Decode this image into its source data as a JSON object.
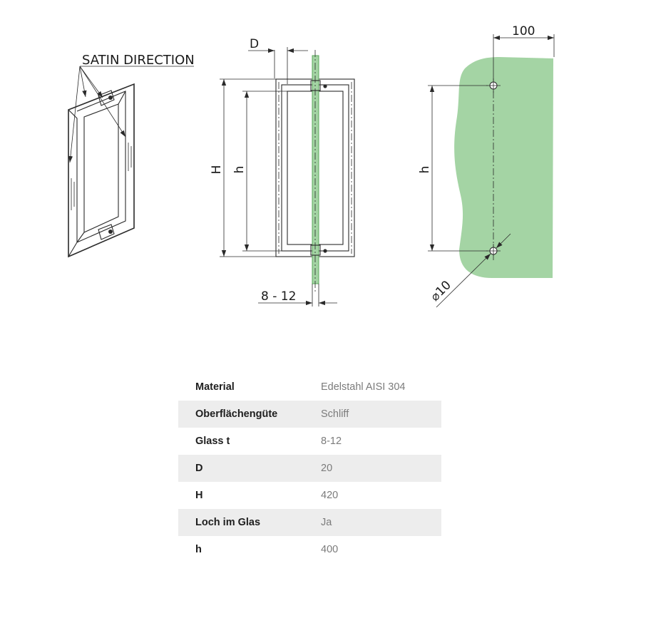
{
  "drawing": {
    "label_satin": "SATIN DIRECTION",
    "label_D": "D",
    "label_H": "H",
    "label_h_side": "h",
    "label_glass": "8 - 12",
    "label_100": "100",
    "label_h_glass": "h",
    "label_hole": "⌀10",
    "glass_color": "#a4d4a4",
    "glass_edge_color": "#5aa85a"
  },
  "specs": [
    {
      "key": "Material",
      "value": "Edelstahl AISI 304"
    },
    {
      "key": "Oberflächengüte",
      "value": "Schliff"
    },
    {
      "key": "Glass t",
      "value": "8-12"
    },
    {
      "key": "D",
      "value": "20"
    },
    {
      "key": "H",
      "value": "420"
    },
    {
      "key": "Loch im Glas",
      "value": "Ja"
    },
    {
      "key": "h",
      "value": "400"
    }
  ]
}
